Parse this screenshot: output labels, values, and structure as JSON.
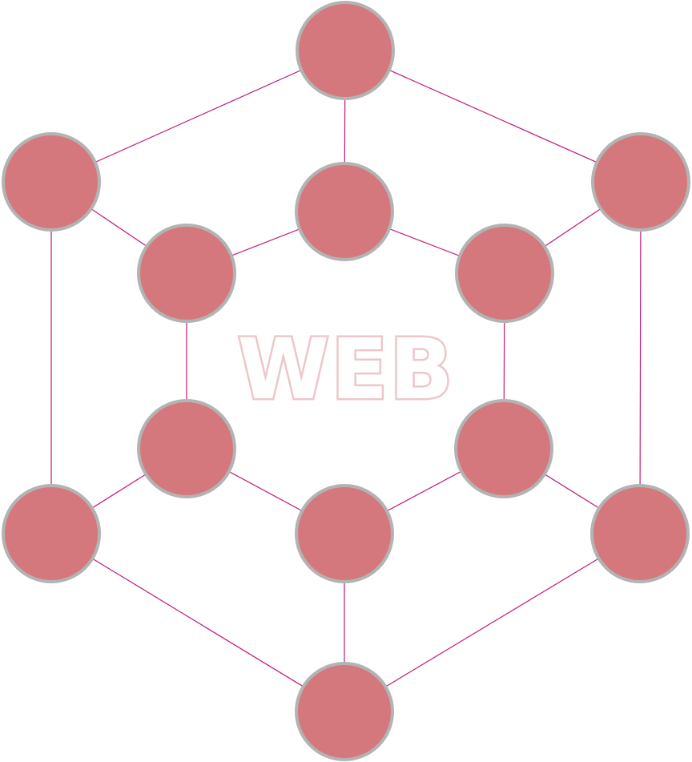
{
  "diagram": {
    "center_label": "WEB",
    "colors": {
      "node_fill": "#D5787D",
      "node_stroke": "#B3B3B3",
      "edge": "#C2187A",
      "label_outline": "#EDC6CA",
      "background": "#FFFFFF"
    },
    "nodes": [
      {
        "id": "outer-top"
      },
      {
        "id": "outer-upper-left"
      },
      {
        "id": "outer-upper-right"
      },
      {
        "id": "outer-lower-left"
      },
      {
        "id": "outer-lower-right"
      },
      {
        "id": "outer-bottom"
      },
      {
        "id": "inner-top"
      },
      {
        "id": "inner-upper-left"
      },
      {
        "id": "inner-upper-right"
      },
      {
        "id": "inner-lower-left"
      },
      {
        "id": "inner-lower-right"
      },
      {
        "id": "inner-bottom"
      }
    ],
    "edges": [
      [
        "outer-top",
        "outer-upper-left"
      ],
      [
        "outer-top",
        "outer-upper-right"
      ],
      [
        "outer-upper-left",
        "outer-lower-left"
      ],
      [
        "outer-upper-right",
        "outer-lower-right"
      ],
      [
        "outer-lower-left",
        "outer-bottom"
      ],
      [
        "outer-lower-right",
        "outer-bottom"
      ],
      [
        "inner-top",
        "inner-upper-left"
      ],
      [
        "inner-top",
        "inner-upper-right"
      ],
      [
        "inner-upper-left",
        "inner-lower-left"
      ],
      [
        "inner-upper-right",
        "inner-lower-right"
      ],
      [
        "inner-lower-left",
        "inner-bottom"
      ],
      [
        "inner-lower-right",
        "inner-bottom"
      ],
      [
        "outer-top",
        "inner-top"
      ],
      [
        "outer-upper-left",
        "inner-upper-left"
      ],
      [
        "outer-upper-right",
        "inner-upper-right"
      ],
      [
        "outer-lower-left",
        "inner-lower-left"
      ],
      [
        "outer-lower-right",
        "inner-lower-right"
      ],
      [
        "outer-bottom",
        "inner-bottom"
      ]
    ]
  }
}
